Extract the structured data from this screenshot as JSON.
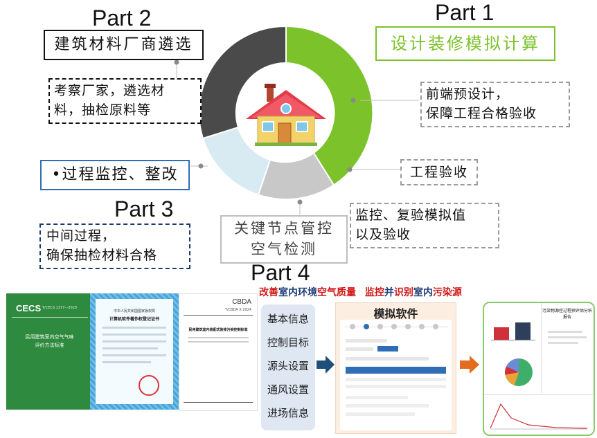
{
  "parts": {
    "p1": {
      "label": "Part 1",
      "title": "设计装修模拟计算",
      "desc1": "前端预设计，",
      "desc2": "保障工程合格验收"
    },
    "p2": {
      "label": "Part 2",
      "title": "建筑材料厂商遴选",
      "desc1": "考察厂家，遴选材",
      "desc2": "料，抽检原料等"
    },
    "p3": {
      "label": "Part 3",
      "title": "•过程监控、整改",
      "desc1": "中间过程，",
      "desc2": "确保抽检材料合格"
    },
    "p4": {
      "label": "Part 4",
      "title1": "关键节点管控",
      "title2": "空气检测",
      "desc1": "监控、复验模拟值",
      "desc2": "以及验收"
    }
  },
  "acceptance": "工程验收",
  "headline": {
    "seg1": "改善",
    "seg2": "室内环境",
    "seg3": "空气质量",
    "seg4": "监控",
    "seg5": "并",
    "seg6": "识别",
    "seg7": "室内",
    "seg8": "污染源"
  },
  "software": {
    "title": "模拟软件",
    "menu": [
      "基本信息",
      "控制目标",
      "源头设置",
      "通风设置",
      "进场信息"
    ]
  },
  "docs": {
    "cecs_logo": "CECS",
    "cecs_code": "T/CECS 1377—2023",
    "cecs_title1": "民用建筑室内空气气味",
    "cecs_title2": "评价方法标准",
    "cert_title1": "中华人民共和国国家版权局",
    "cert_title2": "计算机软件著作权登记证书",
    "cbda_org": "CBDA",
    "cbda_code": "T/CBDA X-2024",
    "cbda_title1": "民用建筑室内装配式装修污染控制标准",
    "report_title": "污染物源控过程预评估分析报告"
  },
  "colors": {
    "green": "#7cc22a",
    "dark": "#4a4a4a",
    "grey": "#c8c8c8",
    "pale": "#d9ebf2",
    "navy": "#1e3f7a",
    "red": "#d01818",
    "arrow": "#1f4e79",
    "orange": "#e36c1f"
  }
}
